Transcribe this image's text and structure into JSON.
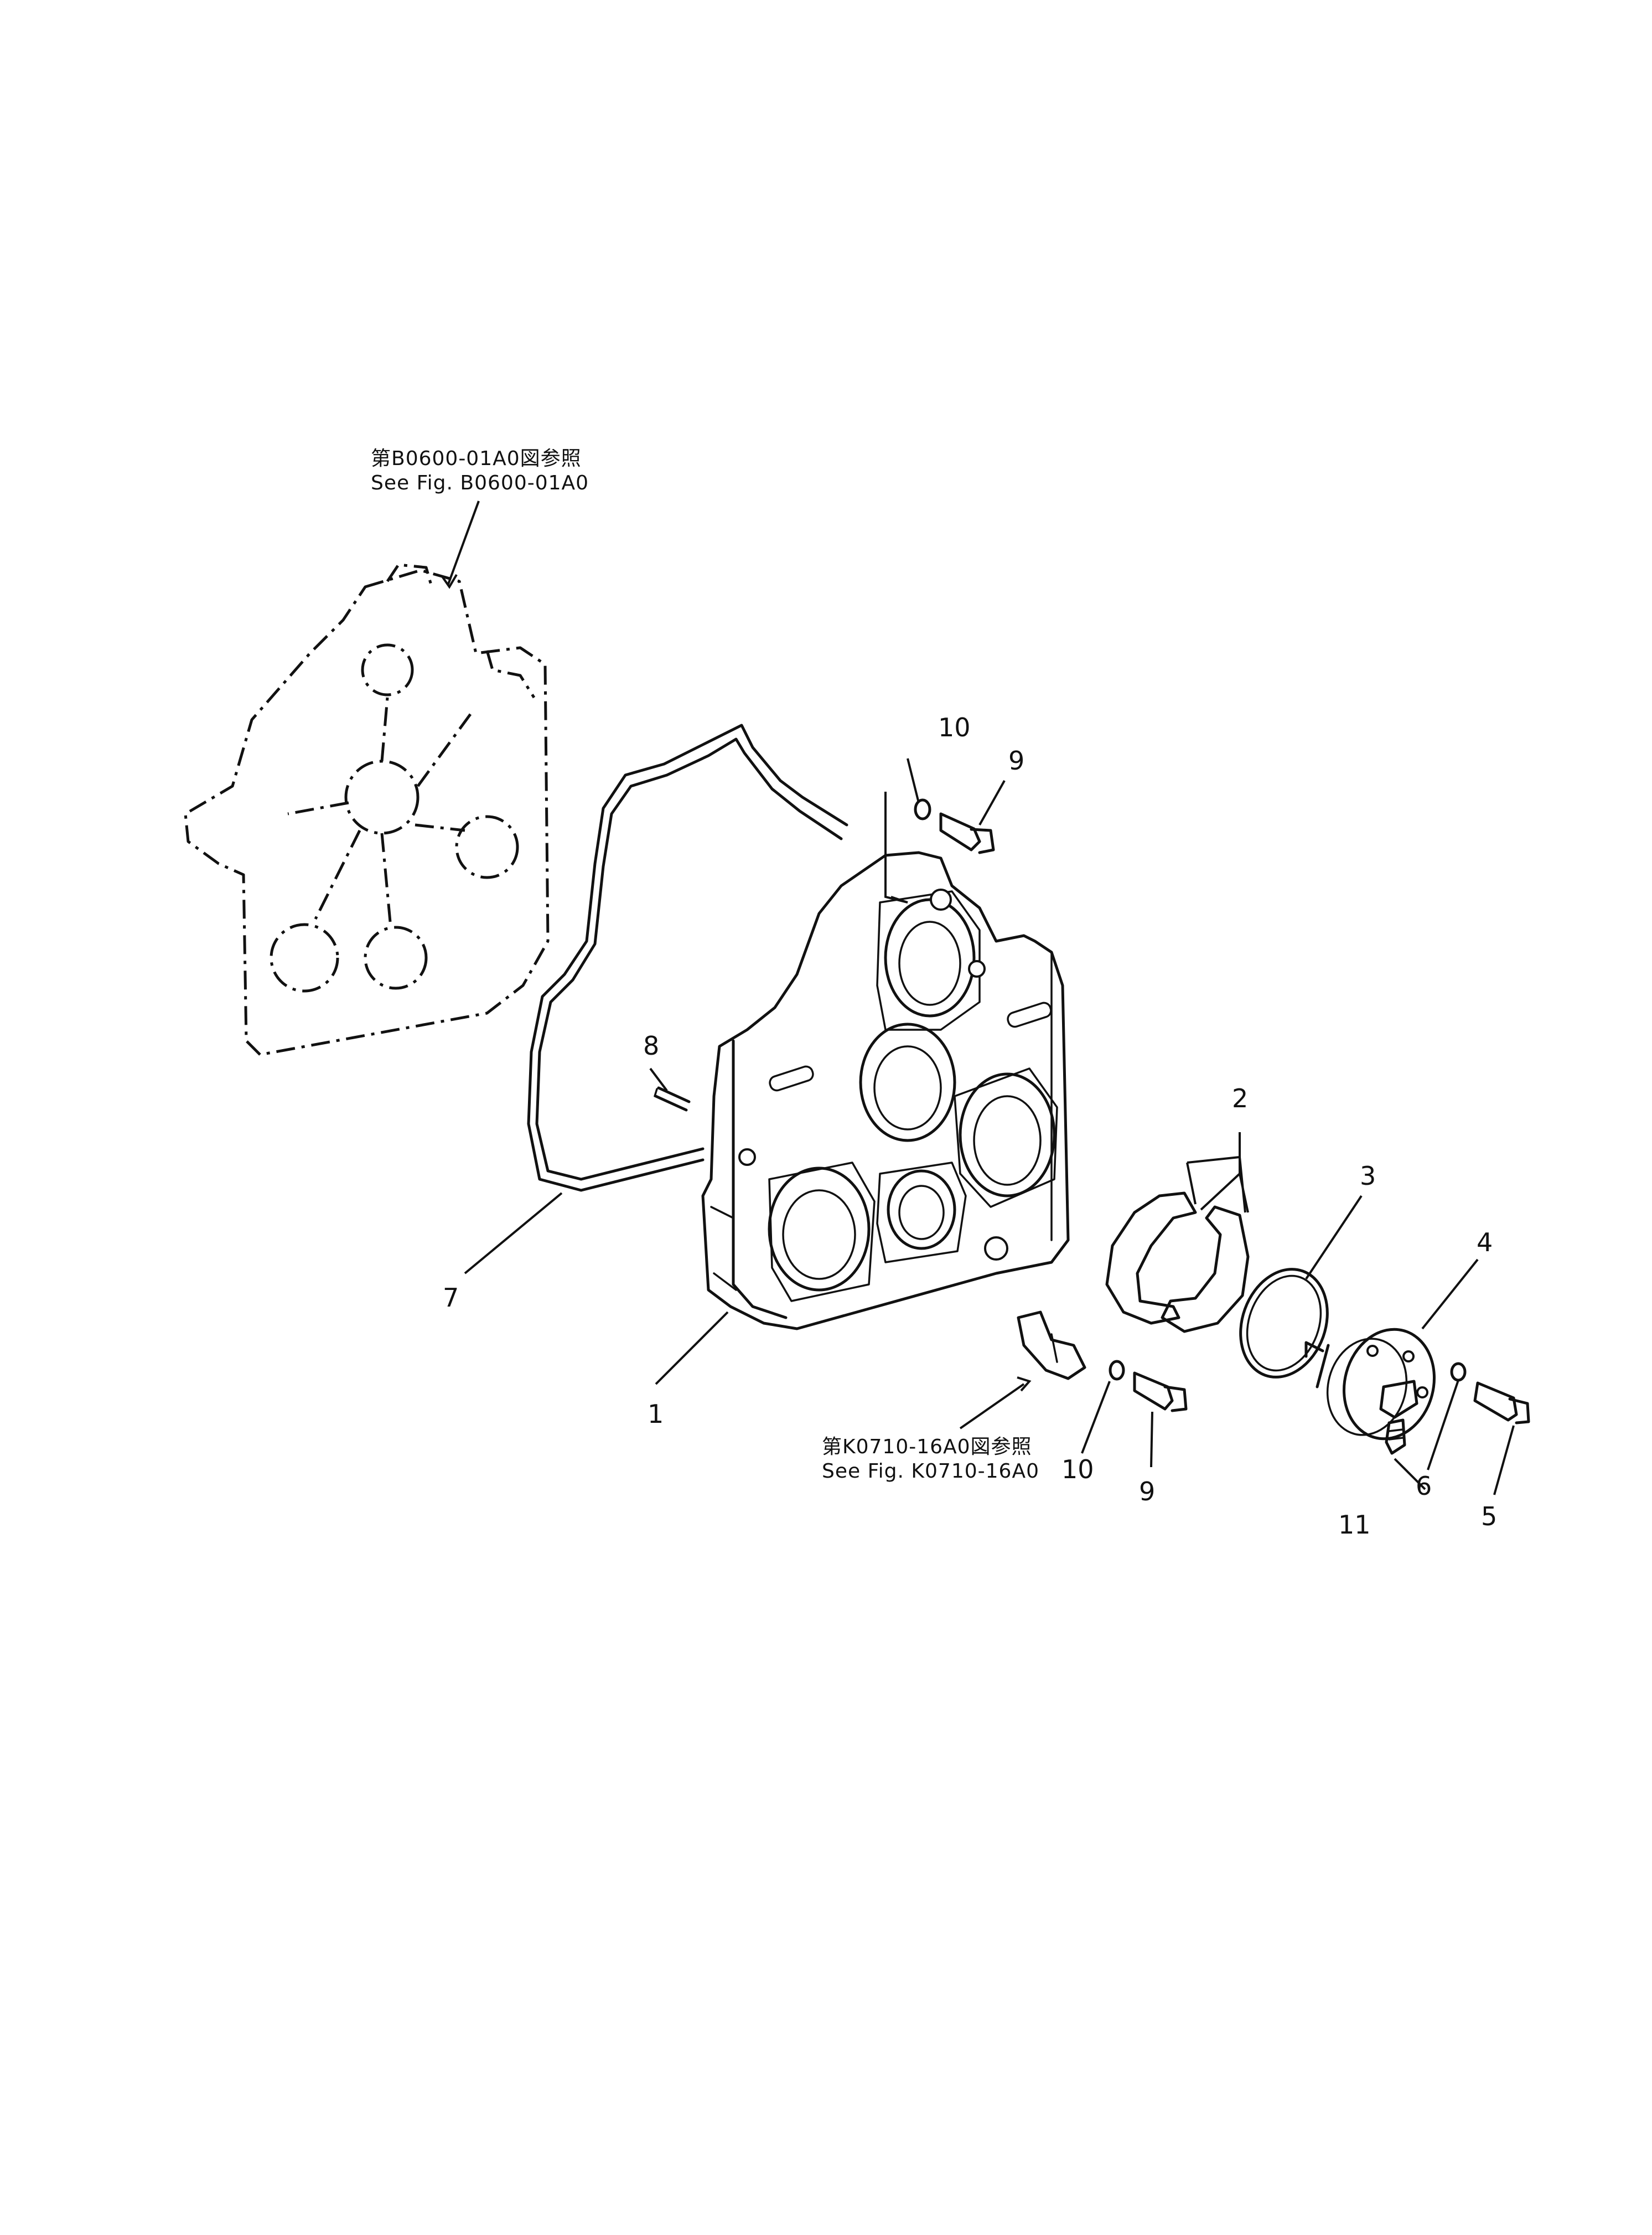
{
  "references": {
    "top_jp": "第B0600-01A0図参照",
    "top_en": "See  Fig. B0600-01A0",
    "bottom_jp": "第K0710-16A0図参照",
    "bottom_en": "See  Fig. K0710-16A0"
  },
  "callouts": {
    "c1": "1",
    "c2": "2",
    "c3": "3",
    "c4": "4",
    "c5": "5",
    "c6": "6",
    "c7": "7",
    "c8": "8",
    "c9_top": "9",
    "c9_bottom": "9",
    "c10_top": "10",
    "c10_bottom": "10",
    "c11": "11"
  }
}
